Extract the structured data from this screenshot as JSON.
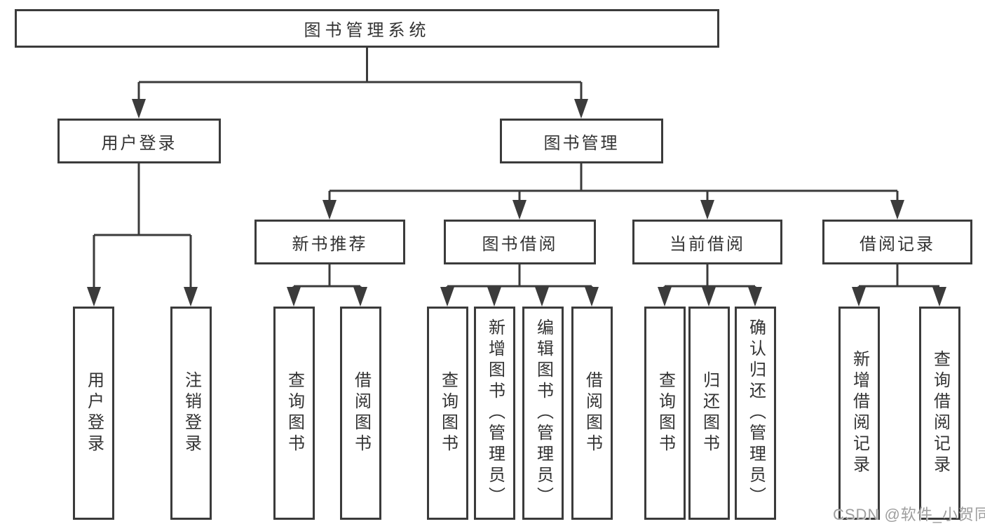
{
  "diagram": {
    "tree": {
      "label": "图书管理系统",
      "children": [
        {
          "label": "用户登录",
          "children": [
            {
              "label": "用户登录"
            },
            {
              "label": "注销登录"
            }
          ]
        },
        {
          "label": "图书管理",
          "children": [
            {
              "label": "新书推荐",
              "children": [
                {
                  "label": "查询图书"
                },
                {
                  "label": "借阅图书"
                }
              ]
            },
            {
              "label": "图书借阅",
              "children": [
                {
                  "label": "查询图书"
                },
                {
                  "label": "新增图书（管理员）"
                },
                {
                  "label": "编辑图书（管理员）"
                },
                {
                  "label": "借阅图书"
                }
              ]
            },
            {
              "label": "当前借阅",
              "children": [
                {
                  "label": "查询图书"
                },
                {
                  "label": "归还图书"
                },
                {
                  "label": "确认归还（管理员）"
                }
              ]
            },
            {
              "label": "借阅记录",
              "children": [
                {
                  "label": "新增借阅记录"
                },
                {
                  "label": "查询借阅记录"
                }
              ]
            }
          ]
        }
      ]
    },
    "colors": {
      "line": "#3b3b3b",
      "text": "#333333",
      "background": "#ffffff",
      "watermark_text": "#9e9e9e"
    }
  },
  "watermark": "CSDN @软件_小贺同学"
}
